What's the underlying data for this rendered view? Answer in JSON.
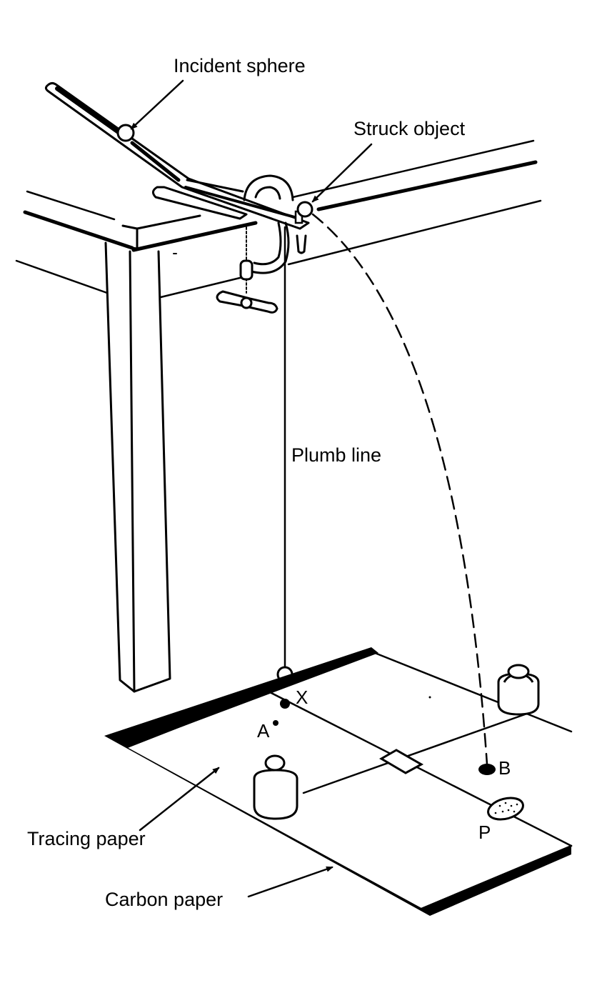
{
  "diagram": {
    "title": "Ballistic collision apparatus",
    "labels": {
      "incident_sphere": "Incident sphere",
      "struck_object": "Struck object",
      "plumb_line": "Plumb line",
      "tracing_paper": "Tracing paper",
      "carbon_paper": "Carbon paper"
    },
    "points": {
      "x": "X",
      "a": "A",
      "b": "B",
      "p": "P"
    },
    "colors": {
      "ink": "#000000",
      "paper": "#ffffff"
    }
  }
}
